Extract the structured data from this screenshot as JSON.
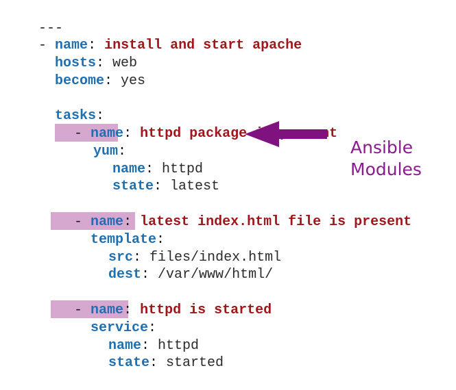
{
  "yaml": {
    "doc_start": "---",
    "play": {
      "dash": "-",
      "name_key": "name",
      "name_value": "install and start apache",
      "hosts_key": "hosts",
      "hosts_value": "web",
      "become_key": "become",
      "become_value": "yes",
      "tasks_key": "tasks"
    },
    "tasks": [
      {
        "dash": "-",
        "name_key": "name",
        "name_value": "httpd package is present",
        "module": "yum",
        "params": [
          {
            "key": "name",
            "value": "httpd"
          },
          {
            "key": "state",
            "value": "latest"
          }
        ]
      },
      {
        "dash": "-",
        "name_key": "name",
        "name_value": "latest index.html file is present",
        "module": "template",
        "params": [
          {
            "key": "src",
            "value": "files/index.html"
          },
          {
            "key": "dest",
            "value": "/var/www/html/"
          }
        ]
      },
      {
        "dash": "-",
        "name_key": "name",
        "name_value": "httpd is started",
        "module": "service",
        "params": [
          {
            "key": "name",
            "value": "httpd"
          },
          {
            "key": "state",
            "value": "started"
          }
        ]
      }
    ]
  },
  "callout": {
    "line1": "Ansible",
    "line2": "Modules",
    "color": "#8a1a8f"
  },
  "colors": {
    "key": "#1f6fb3",
    "title": "#a0161a",
    "highlight": "#d6a7cf",
    "arrow": "#80127f"
  }
}
